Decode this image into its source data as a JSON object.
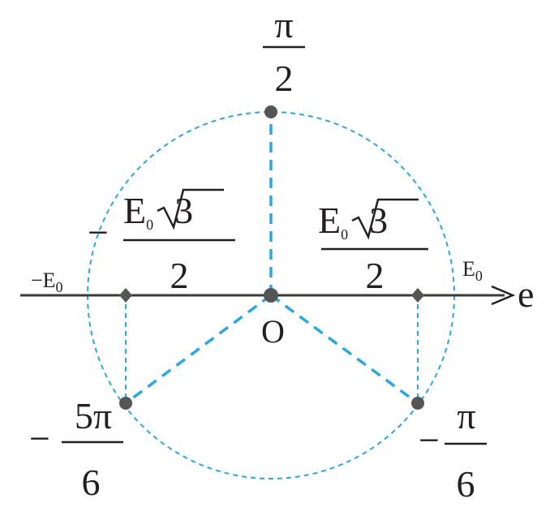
{
  "colors": {
    "circle": "#2aa7df",
    "ink": "#231f20",
    "point": "#555555"
  },
  "axis": {
    "label": "e"
  },
  "labels": {
    "neg_E0": {
      "prefix": "−E",
      "sub": "0"
    },
    "pos_E0": {
      "prefix": "E",
      "sub": "0"
    },
    "origin": "O"
  },
  "fractions": {
    "pi_over_2": {
      "num": "π",
      "den": "2"
    },
    "pos_sqrt3": {
      "num_base": "E",
      "num_sub": "0",
      "num_root": "3",
      "den": "2"
    },
    "neg_sqrt3": {
      "sign": "−",
      "num_base": "E",
      "num_sub": "0",
      "num_root": "3",
      "den": "2"
    },
    "neg_5pi_over_6": {
      "sign": "−",
      "num": "5π",
      "den": "6"
    },
    "neg_pi_over_6": {
      "sign": "−",
      "num": "π",
      "den": "6"
    }
  }
}
